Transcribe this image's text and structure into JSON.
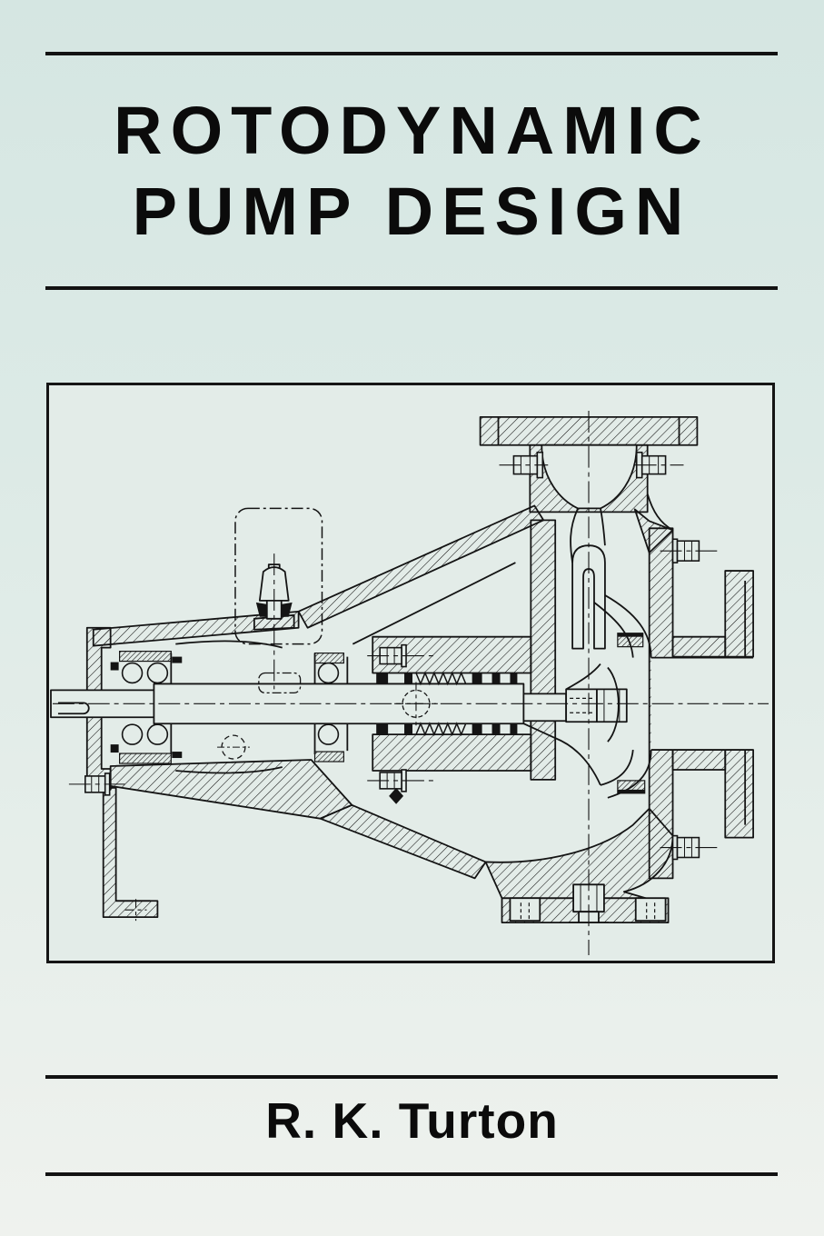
{
  "page": {
    "background_top": "#d5e6e2",
    "background_bottom": "#eff2ee",
    "rule_color": "#121212",
    "text_color": "#0b0b0b"
  },
  "cover": {
    "title_line1": "ROTODYNAMIC",
    "title_line2": "PUMP DESIGN",
    "author": "R. K. Turton"
  },
  "figure": {
    "type": "technical-drawing",
    "alt": "Black line cross-section engineering drawing of an end-suction centrifugal pump: horizontal shaft with keyway and ball bearings in a bearing housing with grease nipple and support foot on the left, mechanical seal and gland in the middle, impeller inside a volute casing on the right, top discharge flange, axial suction flange at right, bolted casing joints and bottom mounting flange, with dash-dot centerlines and a phantom outline above the bearing housing.",
    "paper_color": "#e3ece8",
    "line_color": "#141414"
  }
}
